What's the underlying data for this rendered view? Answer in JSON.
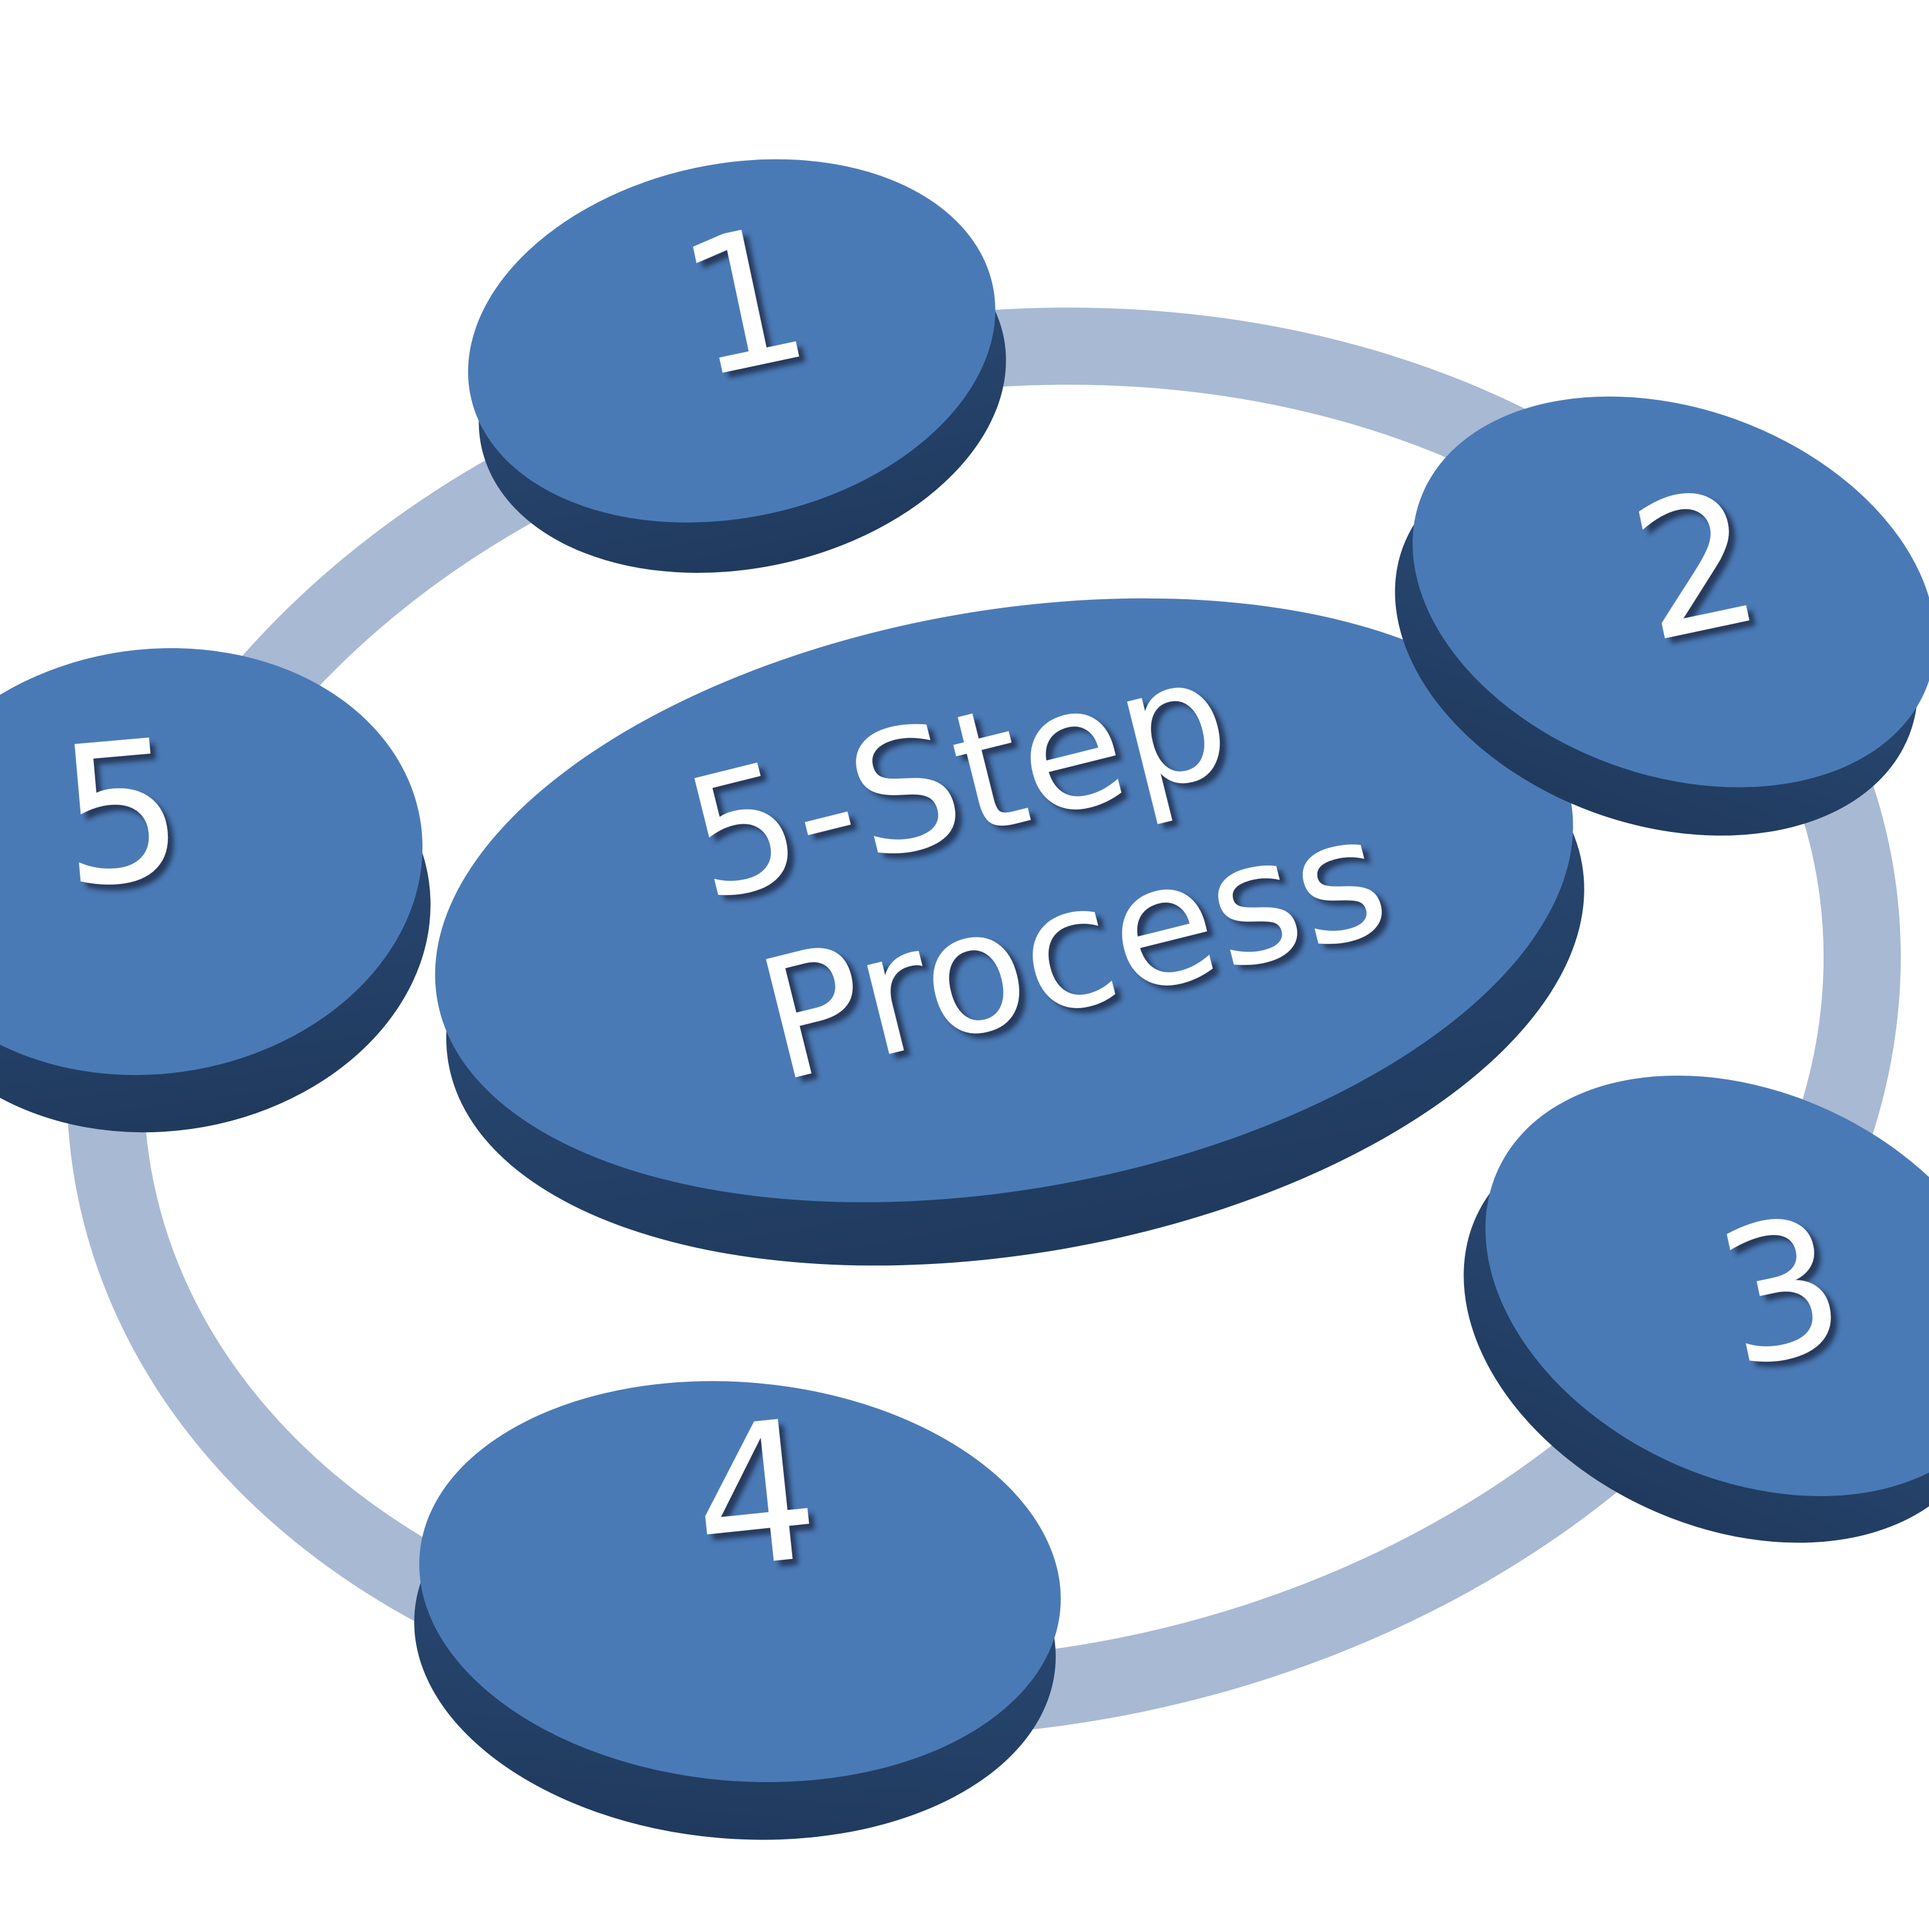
{
  "diagram": {
    "center": {
      "line1": "5-Step",
      "line2": "Process"
    },
    "steps": [
      {
        "label": "1"
      },
      {
        "label": "2"
      },
      {
        "label": "3"
      },
      {
        "label": "4"
      },
      {
        "label": "5"
      }
    ]
  },
  "colors": {
    "disc_top": "#4a7ab6",
    "disc_side": "#2d4f7c",
    "disc_side_dark": "#203a5e",
    "ring": "#a8b9d4",
    "text": "#ffffff",
    "background": "#ffffff"
  }
}
